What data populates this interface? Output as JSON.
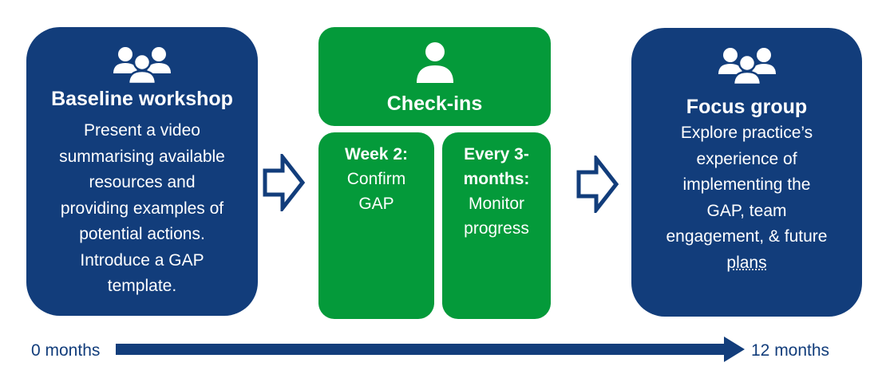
{
  "colors": {
    "navy": "#123d7b",
    "green": "#049a3a",
    "white": "#ffffff"
  },
  "baseline": {
    "icon": "group-icon",
    "title": "Baseline workshop",
    "lines": [
      "Present a video",
      "summarising available",
      "resources and",
      "providing examples of",
      "potential actions.",
      "Introduce a GAP",
      "template."
    ]
  },
  "checkins": {
    "icon": "person-icon",
    "title": "Check-ins",
    "week2": {
      "title": "Week 2:",
      "text": "Confirm\nGAP"
    },
    "every3": {
      "title": "Every 3-\nmonths:",
      "text": "Monitor\nprogress"
    }
  },
  "focus": {
    "icon": "group-icon",
    "title": "Focus group",
    "lines": [
      "Explore practice’s",
      "experience of",
      "implementing the",
      "GAP, team",
      "engagement, & future",
      "plans"
    ]
  },
  "timeline": {
    "start": "0 months",
    "end": "12 months"
  }
}
